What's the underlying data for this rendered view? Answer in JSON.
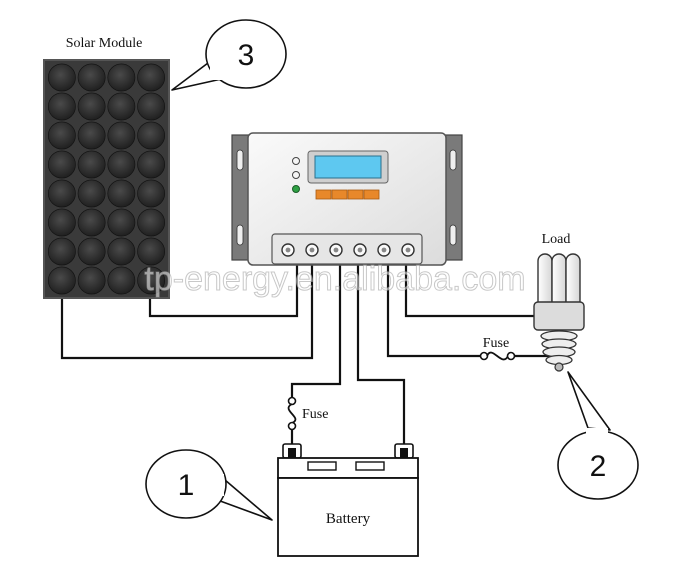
{
  "labels": {
    "solar_module": "Solar Module",
    "load": "Load",
    "fuse_load": "Fuse",
    "fuse_battery": "Fuse",
    "battery": "Battery"
  },
  "callouts": {
    "solar": "3",
    "load": "2",
    "battery": "1"
  },
  "watermark": "tp-energy.en.alibaba.com",
  "colors": {
    "wire": "#111111",
    "solar_cell": "#2a2a2a",
    "panel_frame": "#555555",
    "controller_body": "#f2f2f2",
    "lcd_screen": "#5ec8f0",
    "controller_buttons": "#e8882a",
    "indicator_green": "#2ea043"
  }
}
